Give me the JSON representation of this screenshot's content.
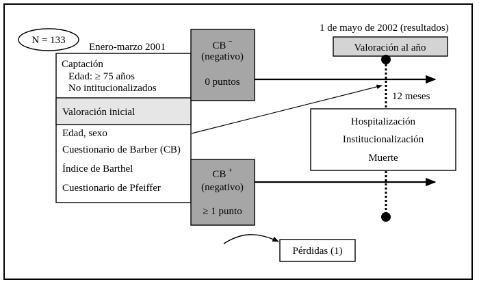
{
  "sample": {
    "label": "N = 133"
  },
  "period": {
    "label": "Enero-marzo 2001"
  },
  "captacion": {
    "title": "Captación",
    "lines": [
      "Edad: ≥ 75 años",
      "No intitucionalizados"
    ]
  },
  "valoracion_inicial": {
    "label": "Valoración inicial"
  },
  "variables": [
    "Edad, sexo",
    "Cuestionario de Barber (CB)",
    "Índice de Barthel",
    "Cuestionario de Pfeiffer"
  ],
  "cb_negative": {
    "label": "CB",
    "sign": "−",
    "qualifier": "(negativo)",
    "score": "0 puntos"
  },
  "cb_positive": {
    "label": "CB",
    "sign": "+",
    "qualifier": "(negativo)",
    "score": "≥ 1 punto"
  },
  "results_date": {
    "label": "1 de mayo de 2002 (resultados)"
  },
  "valoracion_anio": {
    "label": "Valoración al año"
  },
  "interval": {
    "label": "12 meses"
  },
  "outcomes": [
    "Hospitalización",
    "Institucionalización",
    "Muerte"
  ],
  "losses": {
    "label": "Pérdidas (1)"
  },
  "colors": {
    "shaded_box": "#a6a6a6",
    "light_box": "#e6e6e6",
    "line": "#000000",
    "background": "#ffffff"
  }
}
